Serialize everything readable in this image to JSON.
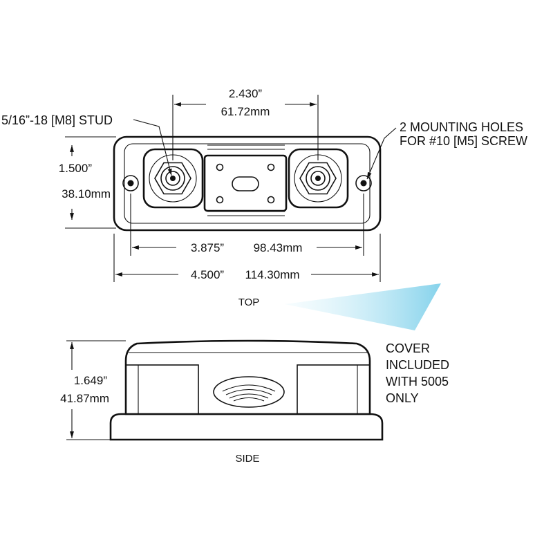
{
  "top_view": {
    "label": "TOP",
    "stud_note": "5/16”-18 [M8] STUD",
    "holes_note_line1": "2 MOUNTING HOLES",
    "holes_note_line2": "FOR #10 [M5] SCREW",
    "stud_spacing_in": "2.430”",
    "stud_spacing_mm": "61.72mm",
    "width_in": "1.500”",
    "width_mm": "38.10mm",
    "hole_spacing_in": "3.875”",
    "hole_spacing_mm": "98.43mm",
    "overall_in": "4.500”",
    "overall_mm": "114.30mm"
  },
  "side_view": {
    "label": "SIDE",
    "height_in": "1.649”",
    "height_mm": "41.87mm",
    "cover_note": [
      "COVER",
      "INCLUDED",
      "WITH 5005",
      "ONLY"
    ]
  },
  "colors": {
    "line": "#111111",
    "accent_glint": "#9fdcf0"
  }
}
